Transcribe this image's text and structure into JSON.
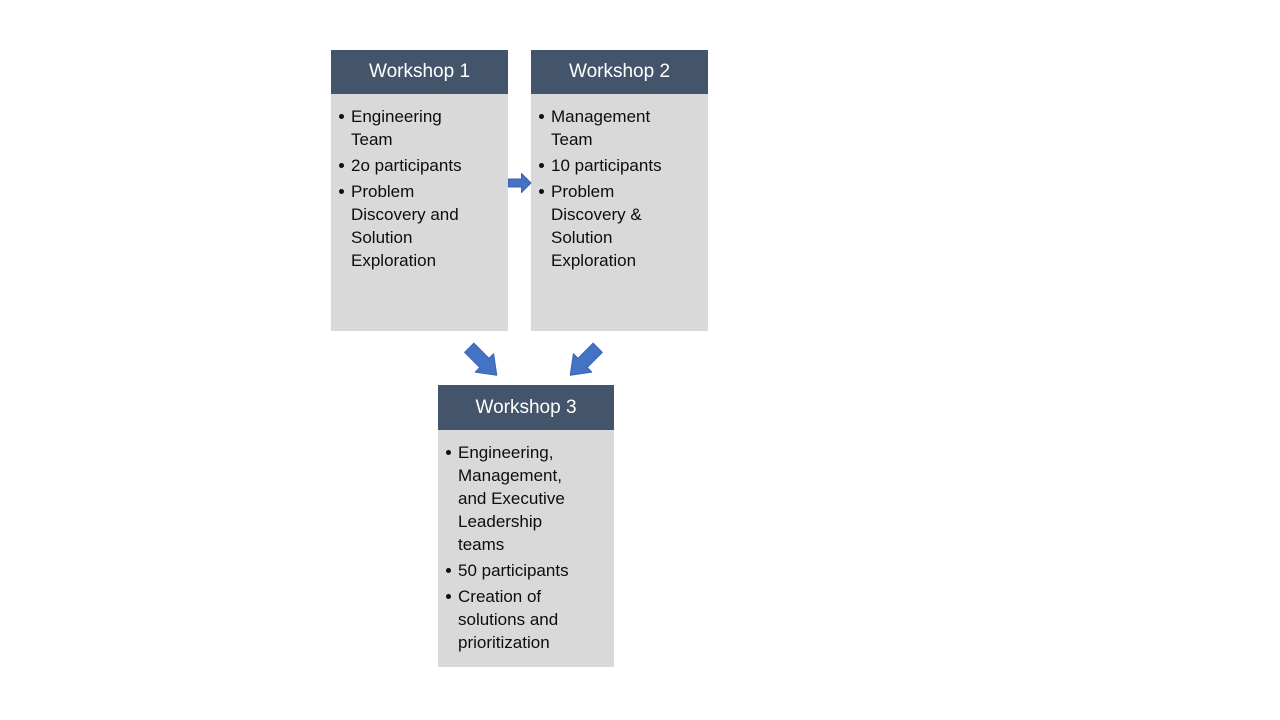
{
  "page": {
    "background": "#FFFFFF"
  },
  "diagram": {
    "colors": {
      "header_bg": "#44546A",
      "header_text": "#FFFFFF",
      "body_bg": "#D9D9D9",
      "text": "#0D0D0D",
      "arrow_fill": "#4472C4",
      "arrow_stroke": "#3A62B0"
    },
    "boxes": [
      {
        "title": "Workshop 1",
        "bullets": [
          "Engineering Team",
          "2o participants",
          "Problem Discovery and Solution Exploration"
        ]
      },
      {
        "title": "Workshop 2",
        "bullets": [
          "Management Team",
          "10 participants",
          "Problem Discovery & Solution Exploration"
        ]
      },
      {
        "title": "Workshop 3",
        "bullets": [
          "Engineering, Management, and Executive Leadership teams",
          "50 participants",
          "Creation of solutions and prioritization"
        ]
      }
    ],
    "arrows": [
      {
        "name": "workshop1-to-workshop2",
        "direction": "right"
      },
      {
        "name": "workshop1-to-workshop3",
        "direction": "down-right"
      },
      {
        "name": "workshop2-to-workshop3",
        "direction": "down-left"
      }
    ]
  }
}
